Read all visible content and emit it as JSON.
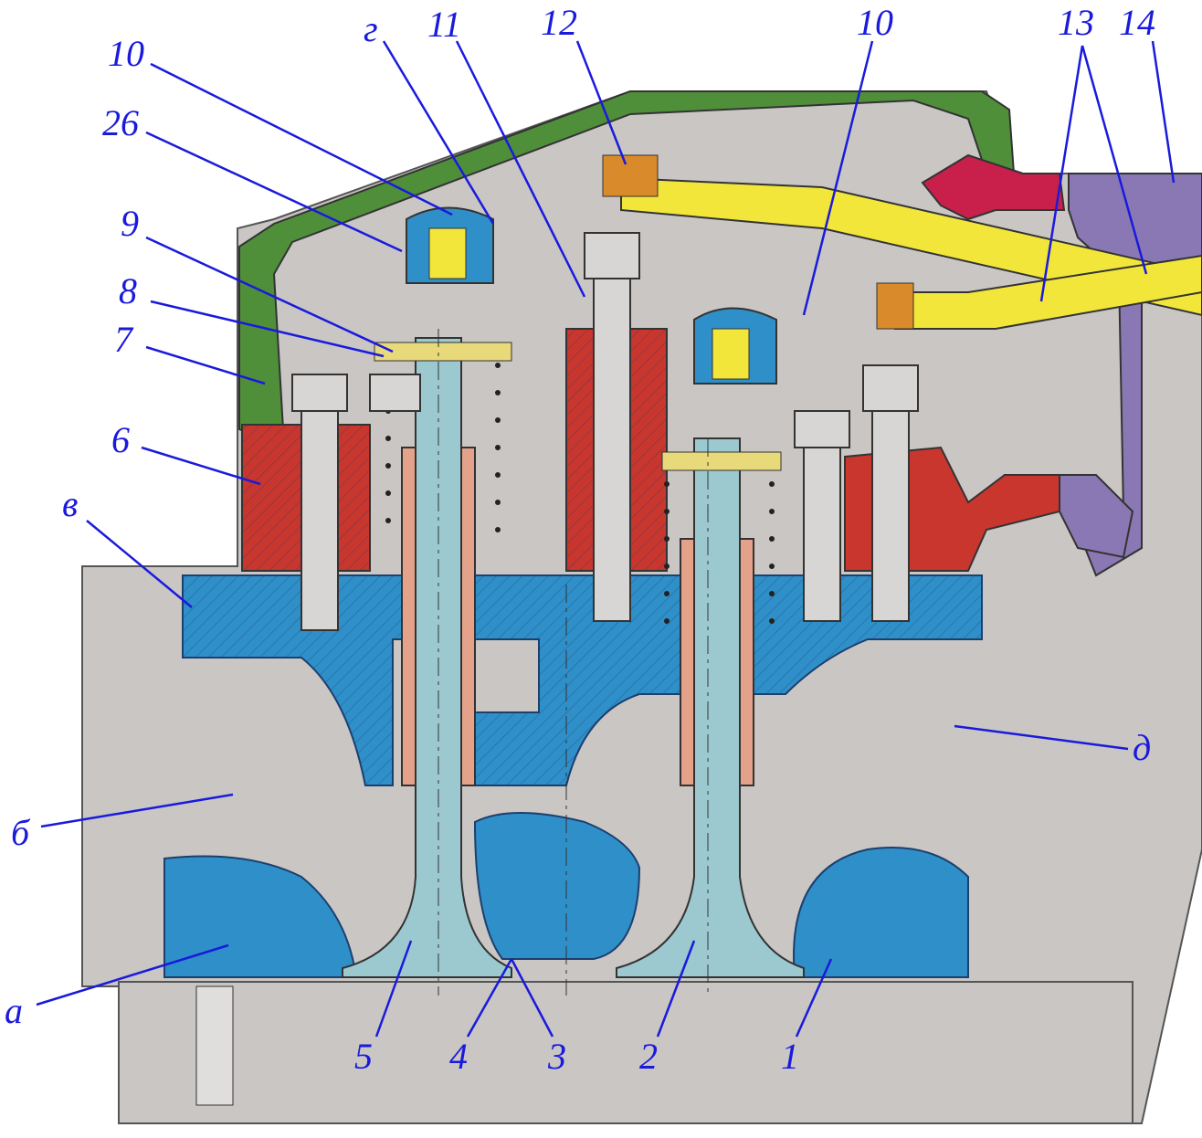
{
  "figure": {
    "labels": {
      "l10a": "10",
      "lg": "г",
      "l11": "11",
      "l12": "12",
      "l10b": "10",
      "l13": "13",
      "l14": "14",
      "l26": "26",
      "l9": "9",
      "l8": "8",
      "l7": "7",
      "l6": "6",
      "lv": "в",
      "lb": "б",
      "la": "а",
      "l5": "5",
      "l4": "4",
      "l3": "3",
      "l2": "2",
      "l1": "1",
      "ld": "д"
    },
    "colors": {
      "body": "#c9c6c4",
      "head": "#2f8fc8",
      "cover": "#4f8f3a",
      "injector": "#f2e63a",
      "bracket": "#c8362e",
      "valve": "#9cc9cf",
      "guide": "#e4a28a",
      "housing": "#8a78b4",
      "cap": "#c8204a"
    }
  }
}
